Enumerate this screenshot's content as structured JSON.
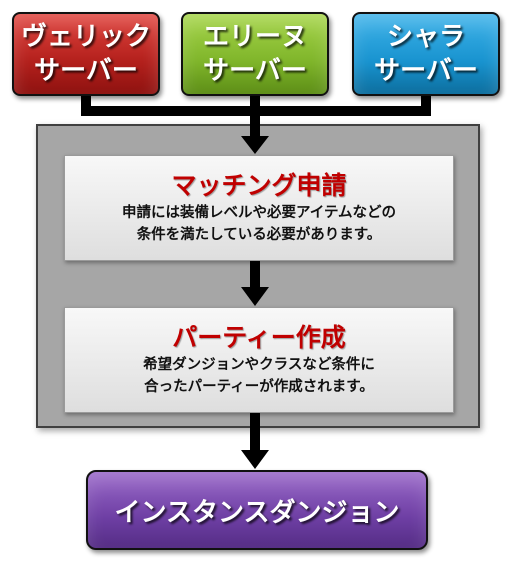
{
  "servers": [
    {
      "line1": "ヴェリック",
      "line2": "サーバー",
      "color": "#c62a25"
    },
    {
      "line1": "エリーヌ",
      "line2": "サーバー",
      "color": "#8cc63f"
    },
    {
      "line1": "シャラ",
      "line2": "サーバー",
      "color": "#1fa3e0"
    }
  ],
  "steps": [
    {
      "title": "マッチング申請",
      "desc_line1": "申請には装備レベルや必要アイテムなどの",
      "desc_line2": "条件を満たしている必要があります。"
    },
    {
      "title": "パーティー作成",
      "desc_line1": "希望ダンジョンやクラスなど条件に",
      "desc_line2": "合ったパーティーが作成されます。"
    }
  ],
  "destination": {
    "label": "インスタンスダンジョン",
    "color": "#7b4db3"
  },
  "colors": {
    "panel": "#a6a6a6",
    "step_title": "#c00000",
    "connector": "#000000"
  }
}
